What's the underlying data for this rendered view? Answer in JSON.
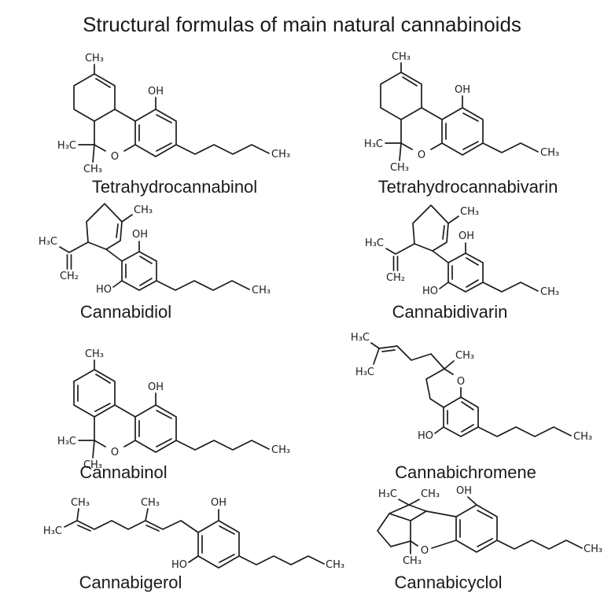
{
  "title": "Structural formulas of main natural cannabinoids",
  "atom_labels": {
    "ch3": "CH₃",
    "h3c": "H₃C",
    "ch2": "CH₂",
    "oh": "OH",
    "ho": "HO",
    "o": "O"
  },
  "compounds": [
    {
      "name": "Tetrahydrocannabinol"
    },
    {
      "name": "Tetrahydrocannabivarin"
    },
    {
      "name": "Cannabidiol"
    },
    {
      "name": "Cannabidivarin"
    },
    {
      "name": "Cannabinol"
    },
    {
      "name": "Cannabichromene"
    },
    {
      "name": "Cannabigerol"
    },
    {
      "name": "Cannabicyclol"
    }
  ]
}
